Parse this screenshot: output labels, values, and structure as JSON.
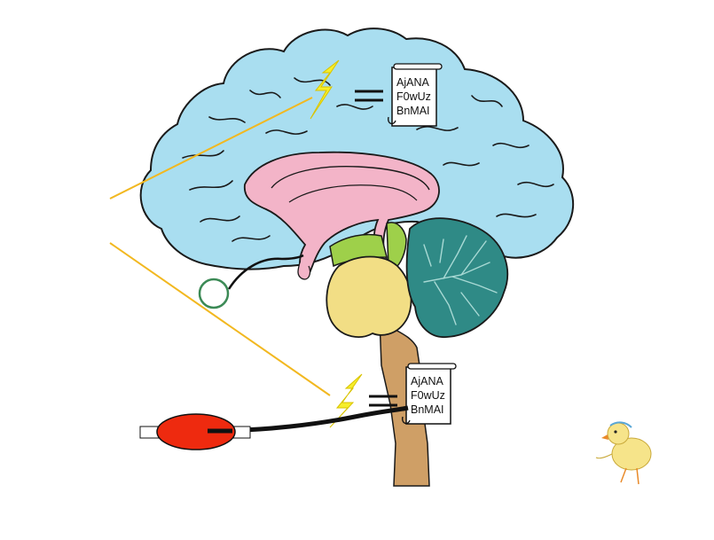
{
  "colors": {
    "cerebrum": "#a9def0",
    "outline": "#1a1a1a",
    "limbic": "#f3b4c8",
    "midbrain": "#9ed04a",
    "pons": "#f2de85",
    "cerebellum": "#2f8a86",
    "brainstem": "#cf9f66",
    "muscle": "#ee2a0f",
    "guide_lines": "#f2b820",
    "lightning": "#f6ee2a",
    "node_ring": "#3c8a56"
  },
  "icons": [
    "lightning-icon",
    "equals-icon",
    "scroll-icon",
    "chick-icon"
  ],
  "labels": {
    "top_scroll": [
      "AjANA",
      "F0wUz",
      "BnMAI"
    ],
    "bottom_scroll": [
      "AjANA",
      "F0wUz",
      "BnMAI"
    ]
  }
}
